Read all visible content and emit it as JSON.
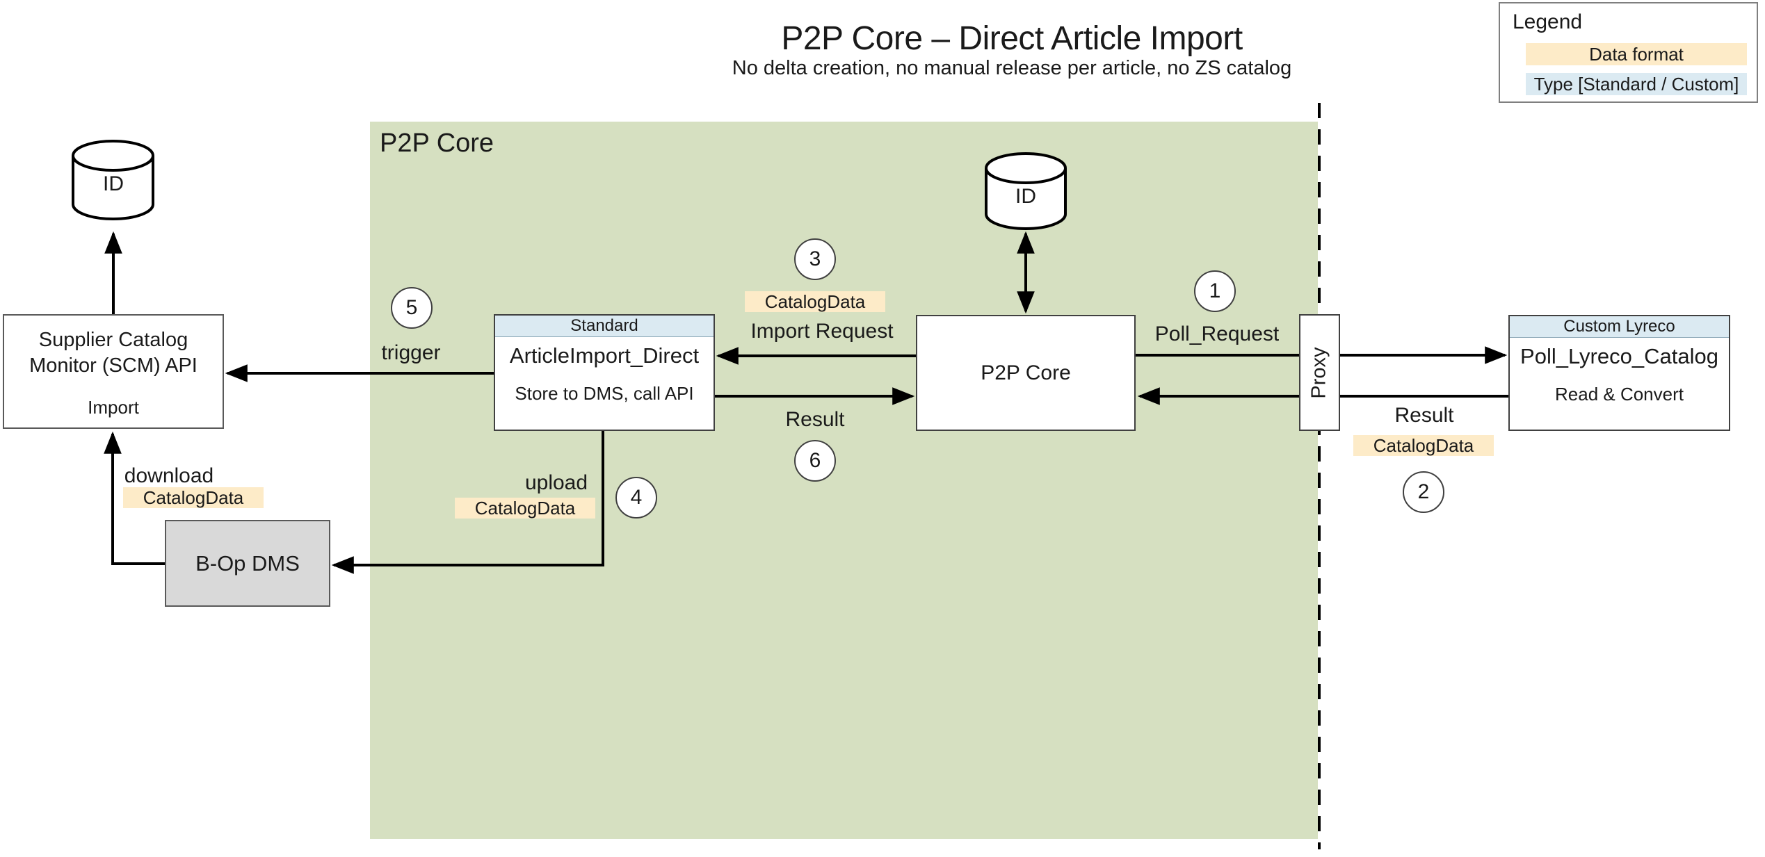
{
  "title": "P2P Core – Direct Article Import",
  "subtitle": "No delta creation, no manual release per article, no ZS catalog",
  "legend": {
    "heading": "Legend",
    "data_format_label": "Data format",
    "type_label": "Type [Standard / Custom]"
  },
  "region": {
    "label": "P2P Core"
  },
  "nodes": {
    "scm": {
      "line1": "Supplier Catalog",
      "line2": "Monitor (SCM) API",
      "sub": "Import"
    },
    "scm_db": {
      "label": "ID"
    },
    "core_db": {
      "label": "ID"
    },
    "article": {
      "type": "Standard",
      "title": "ArticleImport_Direct",
      "sub": "Store to DMS, call API"
    },
    "core": {
      "title": "P2P Core"
    },
    "proxy": {
      "label": "Proxy"
    },
    "poll": {
      "type": "Custom Lyreco",
      "title": "Poll_Lyreco_Catalog",
      "sub": "Read & Convert"
    },
    "dms": {
      "label": "B-Op DMS"
    }
  },
  "flows": {
    "poll_request": {
      "step": "1",
      "label": "Poll_Request"
    },
    "result_right": {
      "step": "2",
      "label": "Result",
      "badge": "CatalogData"
    },
    "import_request": {
      "step": "3",
      "label": "Import Request",
      "badge": "CatalogData"
    },
    "upload": {
      "step": "4",
      "label": "upload",
      "badge": "CatalogData"
    },
    "trigger": {
      "step": "5",
      "label": "trigger"
    },
    "result_mid": {
      "step": "6",
      "label": "Result"
    },
    "download": {
      "label": "download",
      "badge": "CatalogData"
    }
  },
  "colors": {
    "region_green": "#d6e0c1",
    "data_format_yellow": "#fdebc8",
    "type_blue": "#dbeaf2",
    "dms_gray": "#d9d9d9",
    "line_black": "#000000"
  }
}
